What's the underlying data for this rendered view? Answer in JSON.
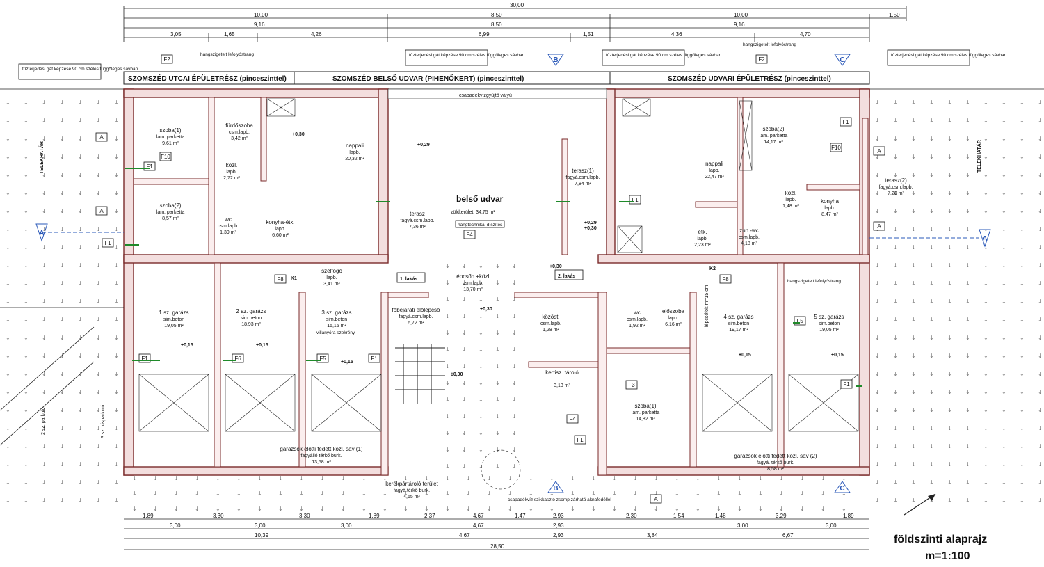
{
  "drawing": {
    "title": "földszinti alaprajz",
    "scale": "m=1:100",
    "bands": {
      "left": "SZOMSZÉD UTCAI ÉPÜLETRÉSZ (pinceszinttel)",
      "middle": "SZOMSZÉD BELSŐ UDVAR (PIHENŐKERT) (pinceszinttel)",
      "right": "SZOMSZÉD UDVARI ÉPÜLETRÉSZ (pinceszinttel)"
    },
    "notes": {
      "firewall_left": "tűzterjedési gát képzése 90 cm széles függőleges sávban",
      "firewall_mid": "tűzterjedési gát képzése 90 cm széles függőleges sávban",
      "firewall_right": "tűzterjedési gát képzése 90 cm széles függőleges sávban",
      "firewall_far": "tűzterjedési gát képzése 90 cm széles függőleges sávban",
      "sound_riser_1": "hangszigetelt lefolyóstrang",
      "sound_riser_2": "hangszigetelt lefolyóstrang",
      "sound_riser_3": "hangszigetelt lefolyóstrang",
      "gutter": "csapadékvízgyűjtő vályú",
      "rainwater": "csapadékvíz szikkasztó zsomp zárható aknafedéllel",
      "telekhatar_left": "TELEKHATÁR",
      "telekhatar_right": "TELEKHATÁR",
      "parking2": "2 sz. parkoló",
      "parking3": "3 sz. kisparkoló",
      "courtyard": "belső udvar",
      "green_area": "zöldterület: 34,75 m²",
      "tech_panel": "hangtechnikai díszítés",
      "lakas1": "1. lakás",
      "lakas2": "2. lakás",
      "k1": "K1",
      "k2": "K2",
      "stair": "lépcsőfok m=15 cm",
      "villany": "villanyóra szekrény",
      "zero": "±0,00"
    },
    "top_dims": {
      "overall": "30,00",
      "row2": [
        "10,00",
        "8,50",
        "10,00",
        "1,50"
      ],
      "row3": [
        "9,16",
        "8,50",
        "9,16"
      ],
      "row4": [
        "3,05",
        "1,65",
        "4,26",
        "6,99",
        "1,51",
        "4,36",
        "4,70"
      ]
    },
    "bottom_dims": {
      "row1": [
        "1,89",
        "3,30",
        "3,30",
        "1,89",
        "2,37",
        "4,67",
        "1,47",
        "2,93",
        "2,30",
        "1,54",
        "1,48",
        "3,29",
        "1,89"
      ],
      "row2": [
        "3,00",
        "3,00",
        "3,00",
        "4,67",
        "2,93",
        "3,00",
        "3,00"
      ],
      "row3": [
        "10,39",
        "4,67",
        "2,93",
        "3,84",
        "6,67"
      ],
      "overall": "28,50"
    },
    "rooms": [
      {
        "name": "szoba(1)",
        "floor": "lam. parketta",
        "area": "9,61 m²"
      },
      {
        "name": "fürdőszoba",
        "floor": "csm.lapb.",
        "area": "3,42 m²"
      },
      {
        "name": "nappali",
        "floor": "lapb.",
        "area": "20,32 m²"
      },
      {
        "name": "közl.",
        "floor": "lapb.",
        "area": "2,72 m²"
      },
      {
        "name": "szoba(2)",
        "floor": "lam. parketta",
        "area": "8,57 m²"
      },
      {
        "name": "wc",
        "floor": "csm.lapb.",
        "area": "1,39 m²"
      },
      {
        "name": "konyha-étk.",
        "floor": "lapb.",
        "area": "6,60 m²"
      },
      {
        "name": "terasz",
        "floor": "fagyá.csm.lapb.",
        "area": "7,36 m²"
      },
      {
        "name": "szélfogó",
        "floor": "lapb.",
        "area": "3,41 m²"
      },
      {
        "name": "1 sz. garázs",
        "floor": "sim.beton",
        "area": "19,05 m²"
      },
      {
        "name": "2 sz. garázs",
        "floor": "sim.beton",
        "area": "18,93 m²"
      },
      {
        "name": "3 sz. garázs",
        "floor": "sim.beton",
        "area": "15,15 m²"
      },
      {
        "name": "főbejárati előlépcső",
        "floor": "fagyá.csm.lapb.",
        "area": "6,72 m²"
      },
      {
        "name": "lépcsőh.+közl.",
        "floor": "csm.lapb.",
        "area": "13,70 m²"
      },
      {
        "name": "közöst.",
        "floor": "csm.lapb.",
        "area": "1,28 m²"
      },
      {
        "name": "kertisz. tároló",
        "floor": "",
        "area": "3,13 m²"
      },
      {
        "name": "szoba(2)",
        "floor": "lam. parketta",
        "area": "14,17 m²"
      },
      {
        "name": "nappali",
        "floor": "lapb.",
        "area": "22,47 m²"
      },
      {
        "name": "terasz(1)",
        "floor": "fagyá.csm.lapb.",
        "area": "7,84 m²"
      },
      {
        "name": "terasz(2)",
        "floor": "fagyá.csm.lapb.",
        "area": "7,28 m²"
      },
      {
        "name": "közl.",
        "floor": "lapb.",
        "area": "1,48 m²"
      },
      {
        "name": "konyha",
        "floor": "lapb.",
        "area": "8,47 m²"
      },
      {
        "name": "étk.",
        "floor": "lapb.",
        "area": "2,23 m²"
      },
      {
        "name": "zuh.-wc",
        "floor": "csm.lapb.",
        "area": "4,18 m²"
      },
      {
        "name": "wc",
        "floor": "csm.lapb.",
        "area": "1,92 m²"
      },
      {
        "name": "előszoba",
        "floor": "lapb.",
        "area": "6,16 m²"
      },
      {
        "name": "4 sz. garázs",
        "floor": "sim.beton",
        "area": "19,17 m²"
      },
      {
        "name": "5 sz. garázs",
        "floor": "sim.beton",
        "area": "19,05 m²"
      },
      {
        "name": "szoba(1)",
        "floor": "lam. parketta",
        "area": "14,82 m²"
      },
      {
        "name": "garázsok előtti fedett közl. sáv (1)",
        "floor": "fagyálló térkő burk.",
        "area": "13,58 m²"
      },
      {
        "name": "garázsok előtti fedett közl. sáv (2)",
        "floor": "fagyá. térkő burk.",
        "area": "8,58 m²"
      },
      {
        "name": "kerékpártároló terület",
        "floor": "fagyá.térkő burk.",
        "area": "4,65 m²"
      }
    ],
    "levels": [
      "+0,30",
      "+0,29",
      "+0,30",
      "+0,29",
      "+0,30",
      "+0,15",
      "+0,15",
      "+0,15",
      "+0,30",
      "+0,15",
      "+0,15"
    ],
    "section_marks": {
      "A": "A",
      "B": "B",
      "C": "C"
    },
    "tags": [
      "F1",
      "F2",
      "F3",
      "F4",
      "F5",
      "F6",
      "F8",
      "F10",
      "A"
    ]
  }
}
